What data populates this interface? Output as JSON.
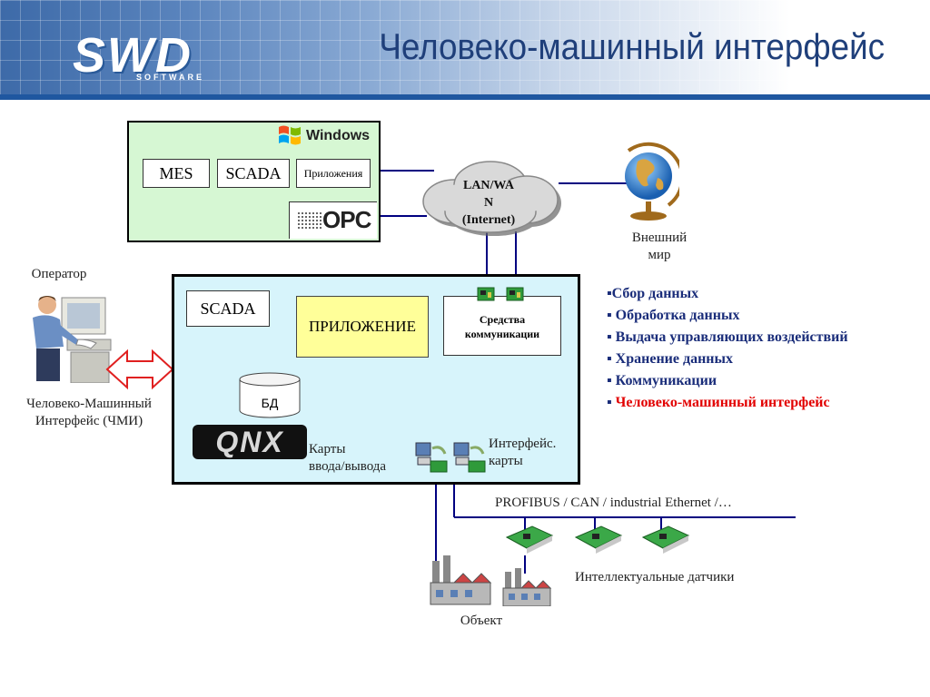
{
  "header": {
    "title": "Человеко-машинный интерфейс",
    "logo_text": "SWD",
    "logo_sub": "SOFTWARE"
  },
  "top_system": {
    "windows_label": "Windows",
    "mes": "MES",
    "scada": "SCADA",
    "apps": "Приложения",
    "opc": "OPC"
  },
  "cloud": {
    "line1": "LAN/WA",
    "line2": "N",
    "line3": "(Internet)"
  },
  "external_world": {
    "line1": "Внешний",
    "line2": "мир"
  },
  "operator": {
    "label": "Оператор",
    "hmi_line1": "Человеко-Машинный",
    "hmi_line2": "Интерфейс (ЧМИ)"
  },
  "main_system": {
    "scada": "SCADA",
    "application": "ПРИЛОЖЕНИЕ",
    "comm_line1": "Средства",
    "comm_line2": "коммуникации",
    "db": "БД",
    "qnx": "QNX",
    "io_cards_line1": "Карты",
    "io_cards_line2": "ввода/вывода",
    "iface_cards_line1": "Интерфейс.",
    "iface_cards_line2": "карты"
  },
  "bus_label": "PROFIBUS / CAN / industrial Ethernet /…",
  "sensors_label": "Интеллектуальные датчики",
  "object_label": "Объект",
  "bullets": [
    "▪Сбор данных",
    "▪ Обработка данных",
    "▪ Выдача управляющих воздействий",
    "▪ Хранение данных",
    "▪ Коммуникации",
    "▪ "
  ],
  "bullet_highlight": "Человеко-машинный интерфейс",
  "colors": {
    "line_blue": "#000080",
    "accent_red": "#e20000",
    "text_blue": "#1a2d7a"
  }
}
